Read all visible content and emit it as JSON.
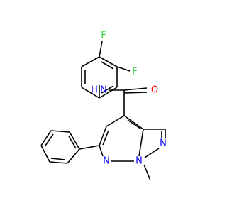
{
  "molecule": {
    "atoms": [
      {
        "symbol": "F",
        "element": "fluorine"
      },
      {
        "symbol": "F",
        "element": "fluorine"
      },
      {
        "symbol": "H",
        "element": "hydrogen"
      },
      {
        "symbol": "N",
        "element": "nitrogen"
      },
      {
        "symbol": "O",
        "element": "oxygen"
      },
      {
        "symbol": "N",
        "element": "nitrogen"
      },
      {
        "symbol": "N",
        "element": "nitrogen"
      },
      {
        "symbol": "N",
        "element": "nitrogen"
      }
    ],
    "colors": {
      "bond": "#000000",
      "carbon": "#000000",
      "nitrogen": "#0000ff",
      "oxygen": "#ff0000",
      "fluorine": "#33cc33"
    }
  }
}
